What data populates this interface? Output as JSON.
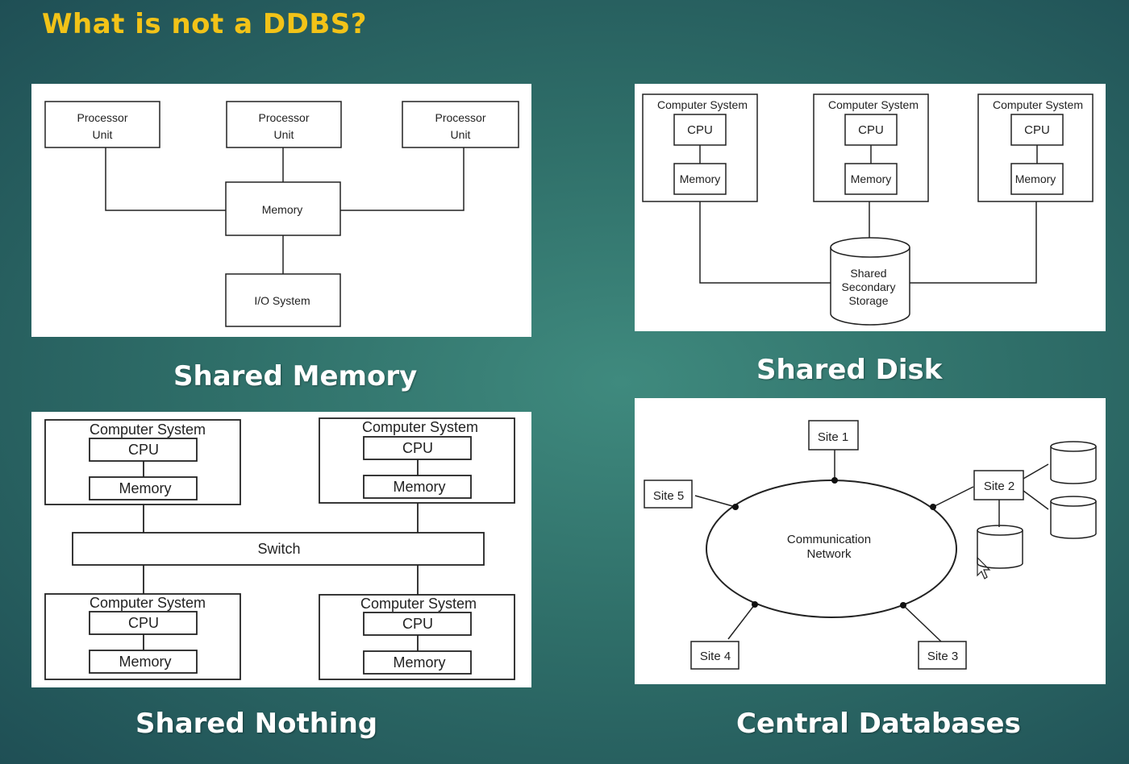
{
  "slide": {
    "title": "What is not a DDBS?"
  },
  "shared_memory": {
    "caption": "Shared Memory",
    "processor_label_line1": "Processor",
    "processor_label_line2": "Unit",
    "memory": "Memory",
    "io": "I/O System"
  },
  "shared_disk": {
    "caption": "Shared Disk",
    "computer_system": "Computer System",
    "cpu": "CPU",
    "memory": "Memory",
    "storage_line1": "Shared",
    "storage_line2": "Secondary",
    "storage_line3": "Storage"
  },
  "shared_nothing": {
    "caption": "Shared Nothing",
    "computer_system": "Computer System",
    "cpu": "CPU",
    "memory": "Memory",
    "switch": "Switch"
  },
  "central_db": {
    "caption": "Central Databases",
    "network_line1": "Communication",
    "network_line2": "Network",
    "sites": [
      "Site 1",
      "Site 2",
      "Site 3",
      "Site 4",
      "Site 5"
    ]
  }
}
